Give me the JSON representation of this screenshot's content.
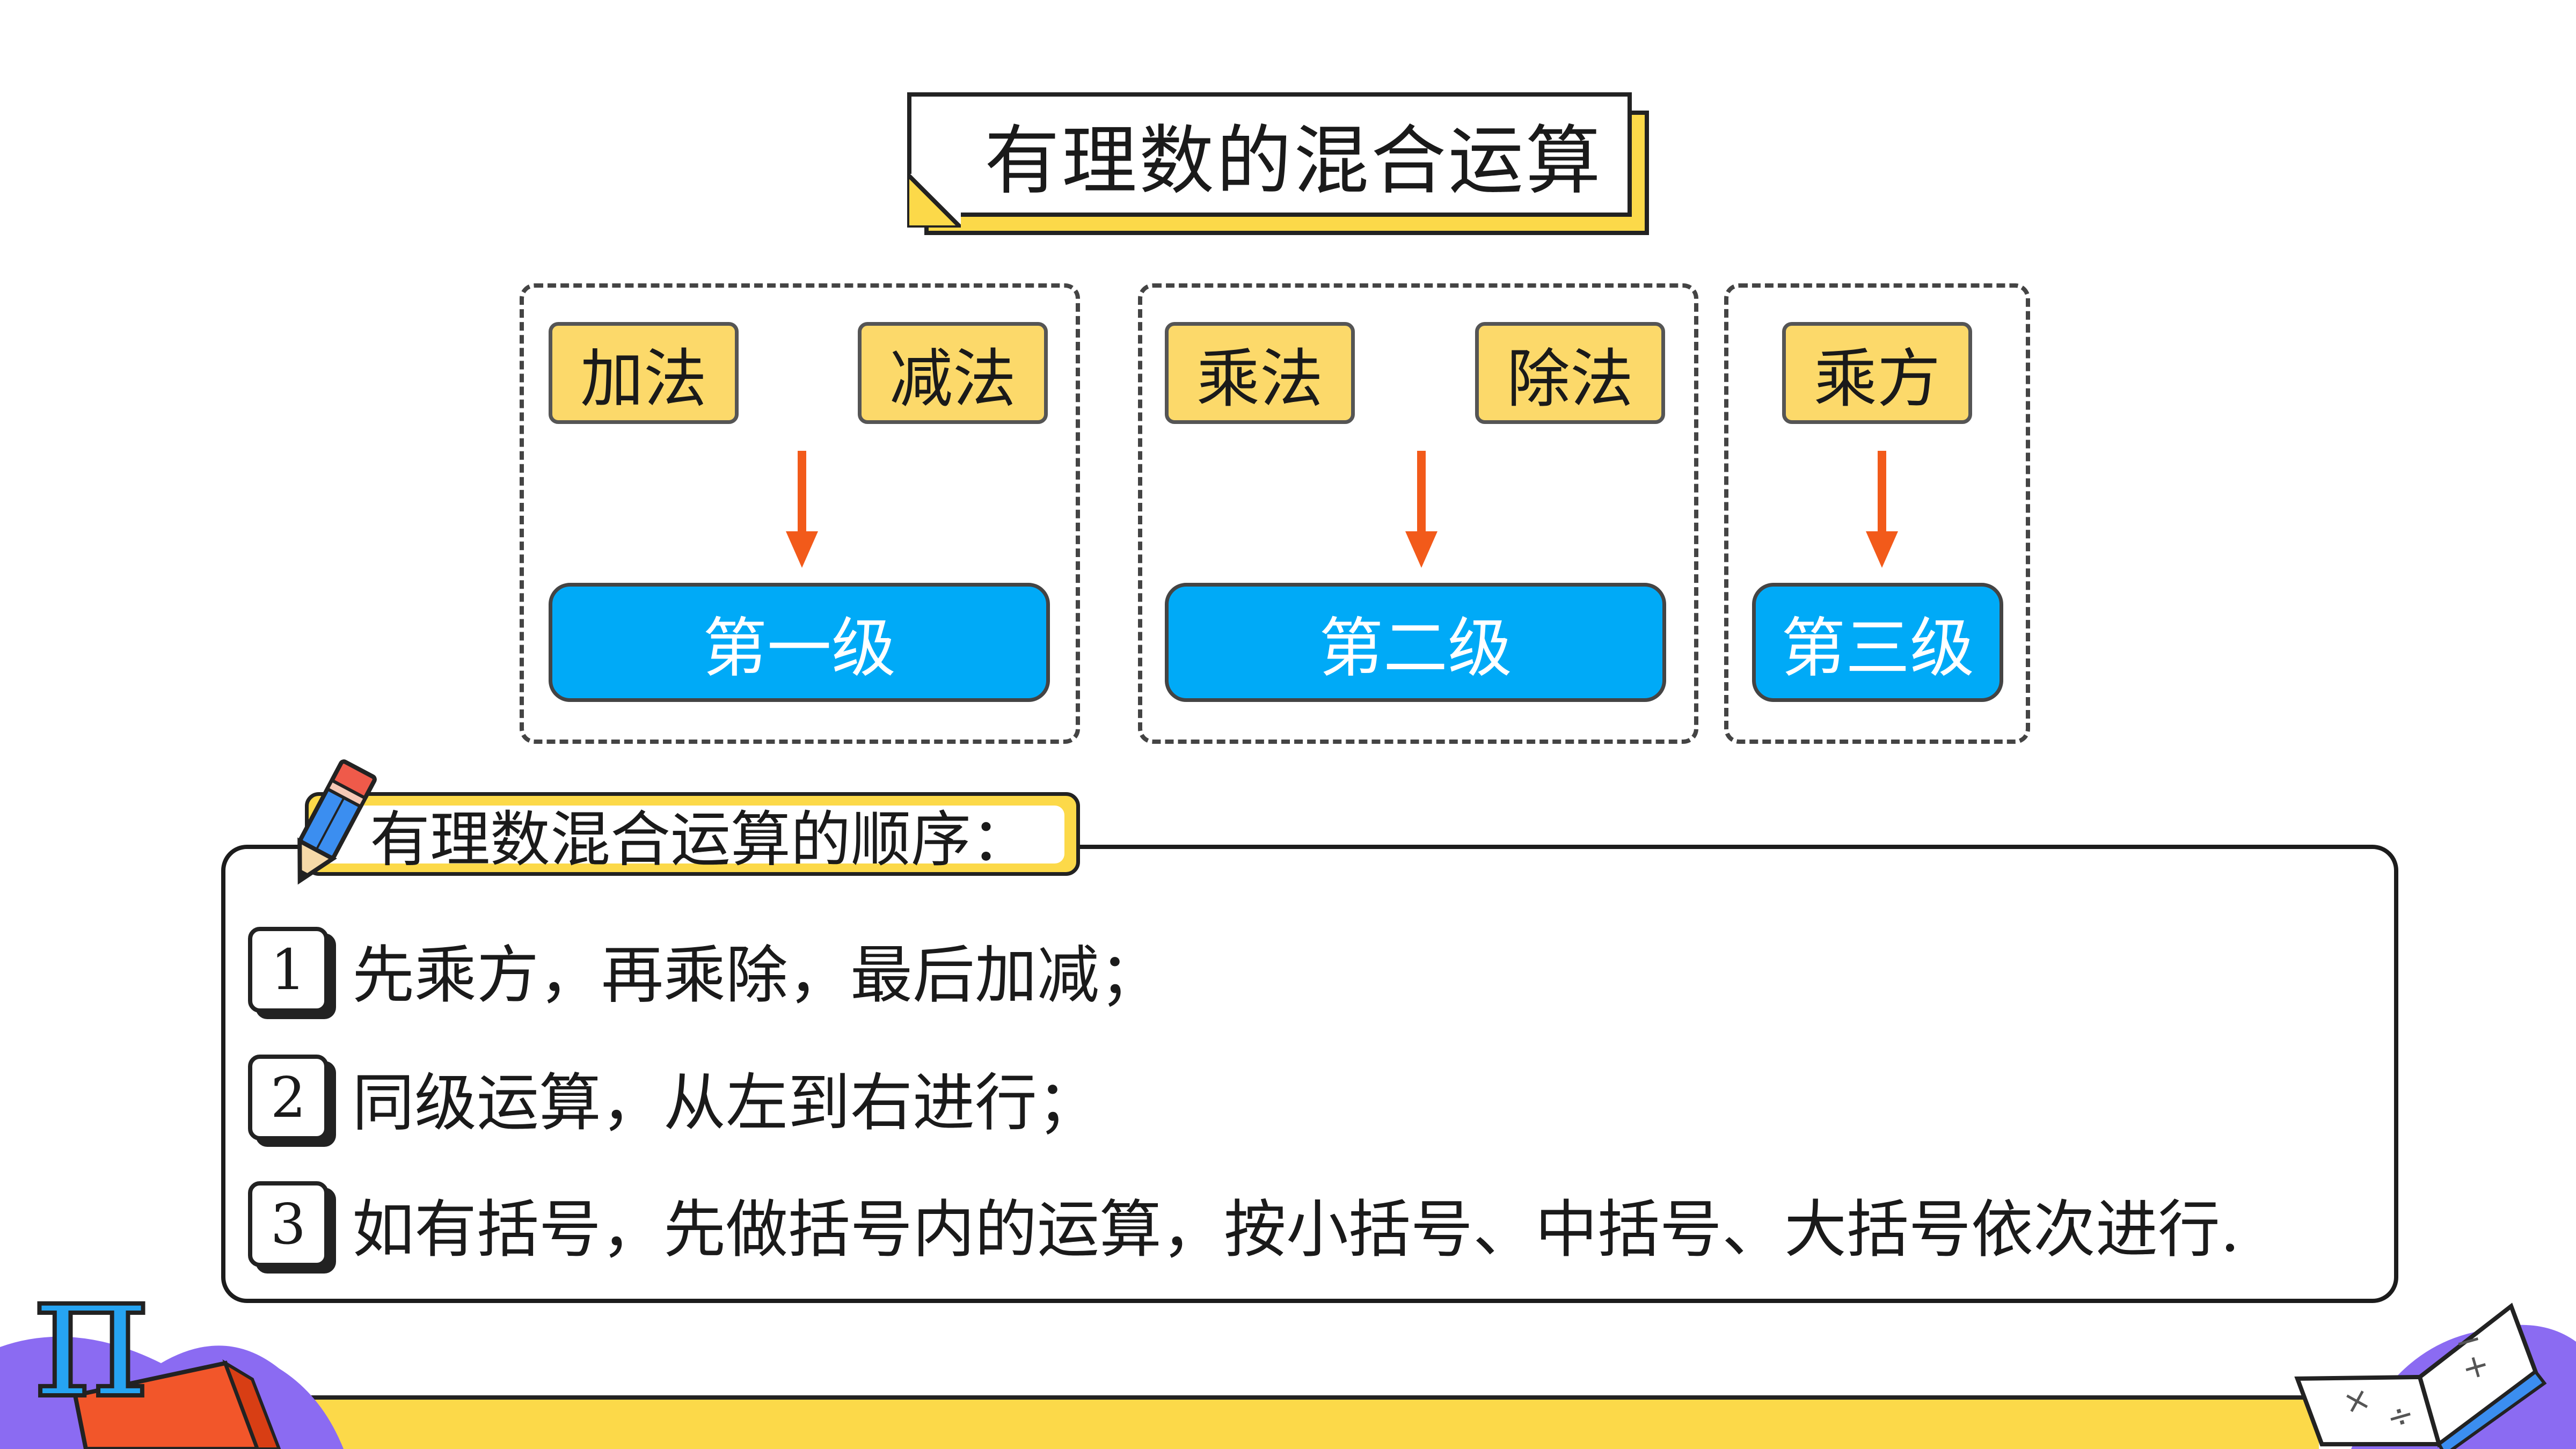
{
  "title": "有理数的混合运算",
  "groups": [
    {
      "ops": [
        "加法",
        "减法"
      ],
      "level": "第一级"
    },
    {
      "ops": [
        "乘法",
        "除法"
      ],
      "level": "第二级"
    },
    {
      "ops": [
        "乘方"
      ],
      "level": "第三级"
    }
  ],
  "rules": {
    "heading": "有理数混合运算的顺序：",
    "items": [
      {
        "num": "1",
        "text": "先乘方，再乘除，最后加减；"
      },
      {
        "num": "2",
        "text": "同级运算，从左到右进行；"
      },
      {
        "num": "3",
        "text": "如有括号，先做括号内的运算，按小括号、中括号、大括号依次进行."
      }
    ]
  },
  "decor": {
    "pi_symbol": "π",
    "book_symbols": [
      "×",
      "÷",
      "+",
      "−"
    ]
  },
  "colors": {
    "yellow": "#fcd949",
    "blue": "#00aaf7",
    "arrow": "#f25a1a",
    "purple": "#8b6bf2"
  }
}
